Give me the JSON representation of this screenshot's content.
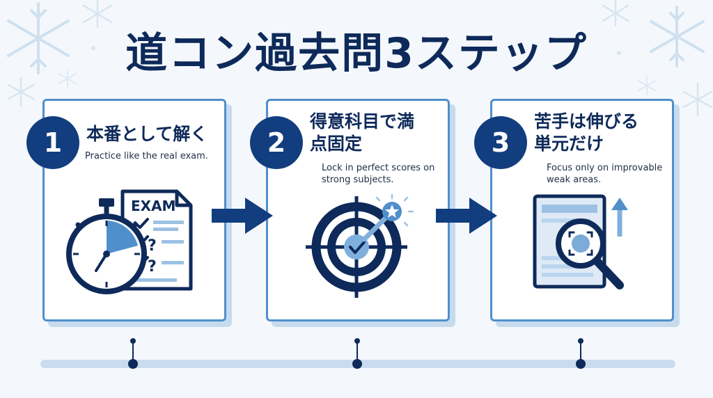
{
  "title": "道コン過去問3ステップ",
  "steps": [
    {
      "number": "1",
      "title": "本番として解く",
      "subtitle": "Practice like the real exam."
    },
    {
      "number": "2",
      "title": "得意科目で満点固定",
      "subtitle": "Lock in perfect scores on strong subjects."
    },
    {
      "number": "3",
      "title": "苦手は伸びる単元だけ",
      "subtitle": "Focus only on improvable weak areas."
    }
  ],
  "exam_label": "EXAM",
  "colors": {
    "navy": "#0e2a5a",
    "accent": "#4f8fcb",
    "light": "#c7dbef",
    "background": "#f4f8fc"
  }
}
